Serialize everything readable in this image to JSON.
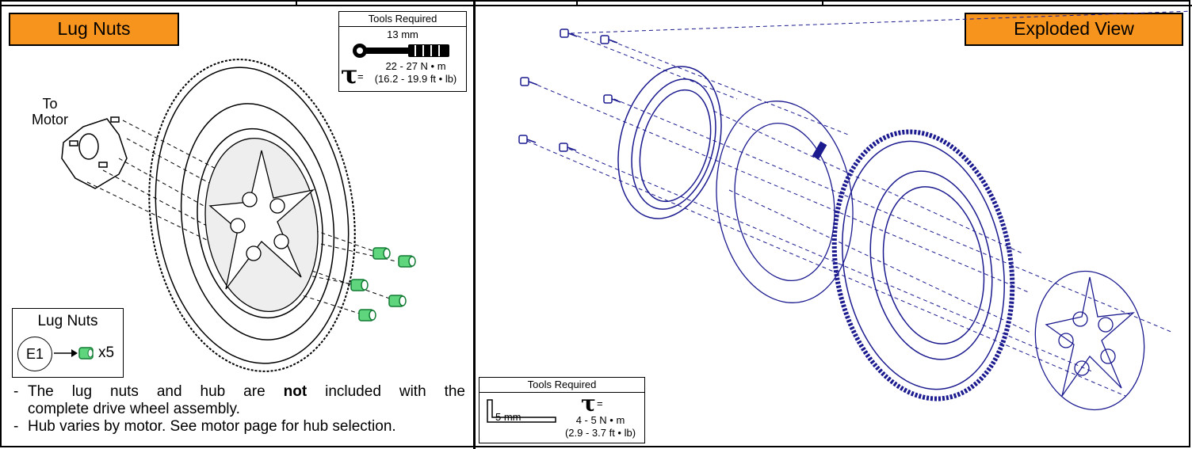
{
  "left_panel": {
    "title": "Lug Nuts",
    "to_motor_line1": "To",
    "to_motor_line2": "Motor",
    "tools": {
      "header": "Tools Required",
      "socket_size": "13 mm",
      "torque_equals": "=",
      "torque_nm": "22 - 27 N • m",
      "torque_ftlb": "(16.2 - 19.9 ft • lb)"
    },
    "legend": {
      "title": "Lug Nuts",
      "callout": "E1",
      "quantity": "x5"
    },
    "notes": {
      "note1_line1_pre": "The lug nuts and hub are ",
      "note1_bold": "not",
      "note1_line1_post": " included with the",
      "note1_line2": "complete drive wheel assembly.",
      "note2": "Hub varies by motor. See motor page for hub selection.",
      "dash": "-"
    }
  },
  "right_panel": {
    "title": "Exploded View",
    "tools": {
      "header": "Tools Required",
      "key_size": "5 mm",
      "torque_equals": "=",
      "torque_nm": "4 - 5 N • m",
      "torque_ftlb": "(2.9 - 3.7 ft • lb)"
    }
  },
  "colors": {
    "label_bg": "#f7941d",
    "line_art_left": "#000000",
    "line_art_right": "#1b1a8f",
    "lug_nut_green": "#1fa84a"
  }
}
